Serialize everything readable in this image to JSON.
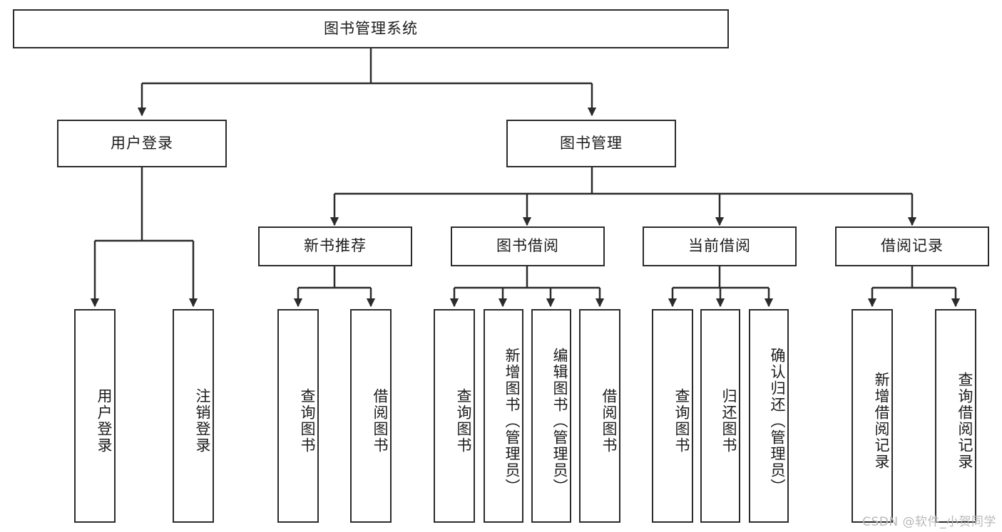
{
  "title": "图书管理系统",
  "watermark": "CSDN @软件_小贺同学",
  "colors": {
    "node_border": "#2b2b2b",
    "node_fill": "#ffffff",
    "edge": "#2b2b2b",
    "text": "#1b1b1b",
    "watermark": "#b9b9b9",
    "background": "#ffffff"
  },
  "nodes": {
    "root": {
      "label": "图书管理系统",
      "orientation": "horizontal"
    },
    "level2": [
      {
        "label": "用户登录",
        "orientation": "horizontal"
      },
      {
        "label": "图书管理",
        "orientation": "horizontal"
      }
    ],
    "level3": [
      {
        "label": "新书推荐",
        "orientation": "horizontal"
      },
      {
        "label": "图书借阅",
        "orientation": "horizontal"
      },
      {
        "label": "当前借阅",
        "orientation": "horizontal"
      },
      {
        "label": "借阅记录",
        "orientation": "horizontal"
      }
    ],
    "leaves": [
      {
        "label": "用户登录",
        "orientation": "vertical",
        "parent": "用户登录"
      },
      {
        "label": "注销登录",
        "orientation": "vertical",
        "parent": "用户登录"
      },
      {
        "label": "查询图书",
        "orientation": "vertical",
        "parent": "新书推荐"
      },
      {
        "label": "借阅图书",
        "orientation": "vertical",
        "parent": "新书推荐"
      },
      {
        "label": "查询图书",
        "orientation": "vertical",
        "parent": "图书借阅"
      },
      {
        "label": "新增图书（管理员）",
        "orientation": "vertical",
        "parent": "图书借阅"
      },
      {
        "label": "编辑图书（管理员）",
        "orientation": "vertical",
        "parent": "图书借阅"
      },
      {
        "label": "借阅图书",
        "orientation": "vertical",
        "parent": "图书借阅"
      },
      {
        "label": "查询图书",
        "orientation": "vertical",
        "parent": "当前借阅"
      },
      {
        "label": "归还图书",
        "orientation": "vertical",
        "parent": "当前借阅"
      },
      {
        "label": "确认归还（管理员）",
        "orientation": "vertical",
        "parent": "当前借阅"
      },
      {
        "label": "新增借阅记录",
        "orientation": "vertical",
        "parent": "借阅记录"
      },
      {
        "label": "查询借阅记录",
        "orientation": "vertical",
        "parent": "借阅记录"
      }
    ]
  }
}
